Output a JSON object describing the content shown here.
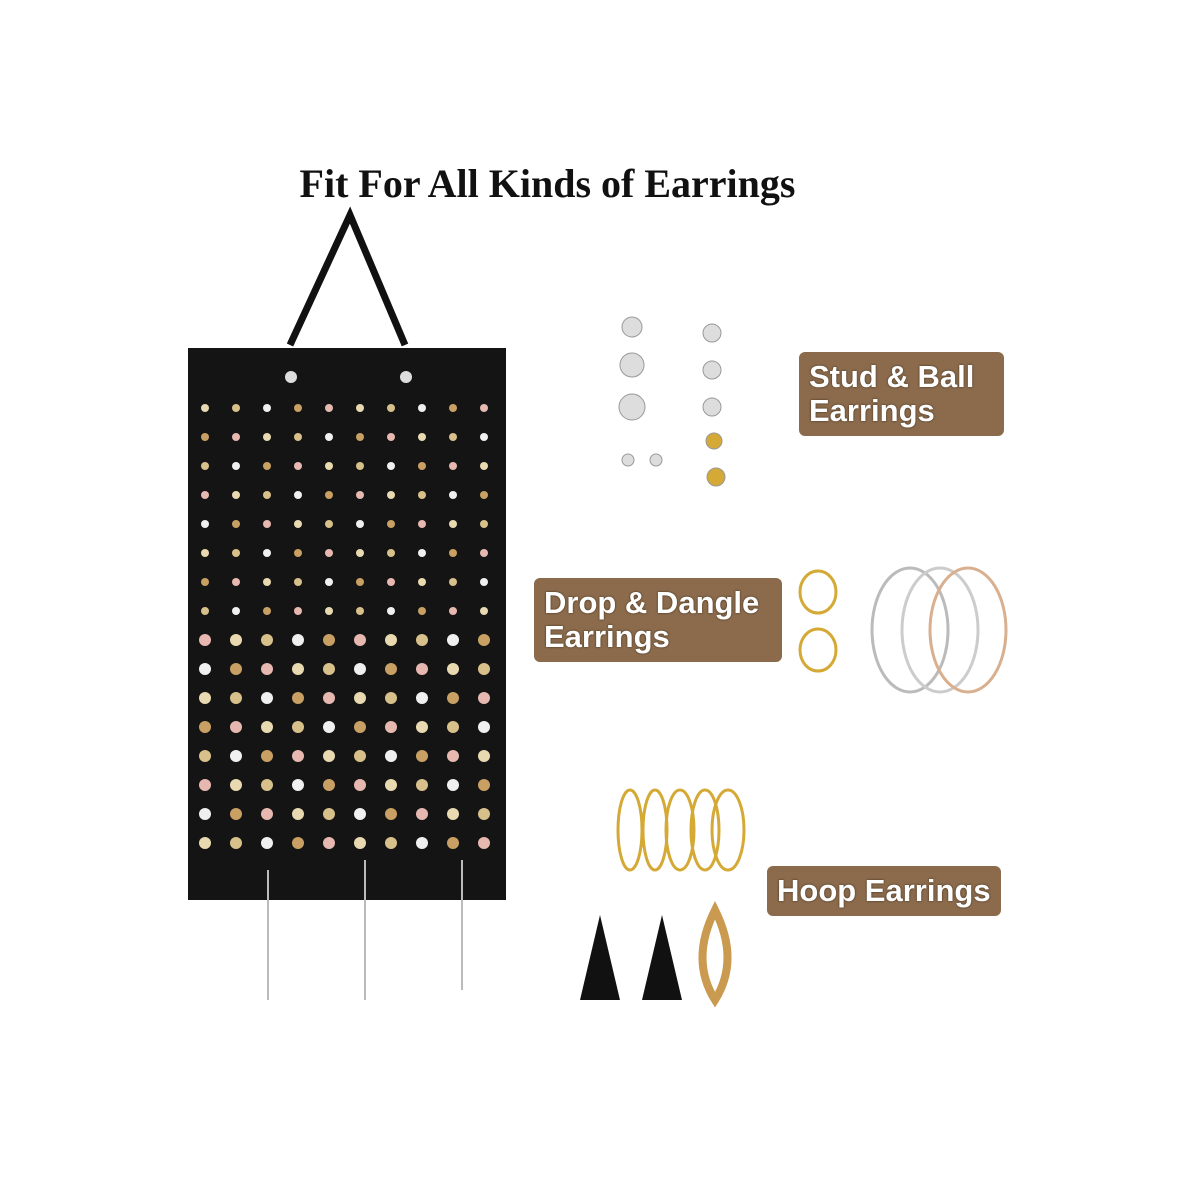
{
  "title": "Fit For All Kinds of Earrings",
  "labels": {
    "stud": "Stud & Ball Earrings",
    "drop": "Drop & Dangle Earrings",
    "hoop": "Hoop Earrings"
  },
  "colors": {
    "label_bg": "#8b6b4c",
    "panel": "#141414"
  }
}
